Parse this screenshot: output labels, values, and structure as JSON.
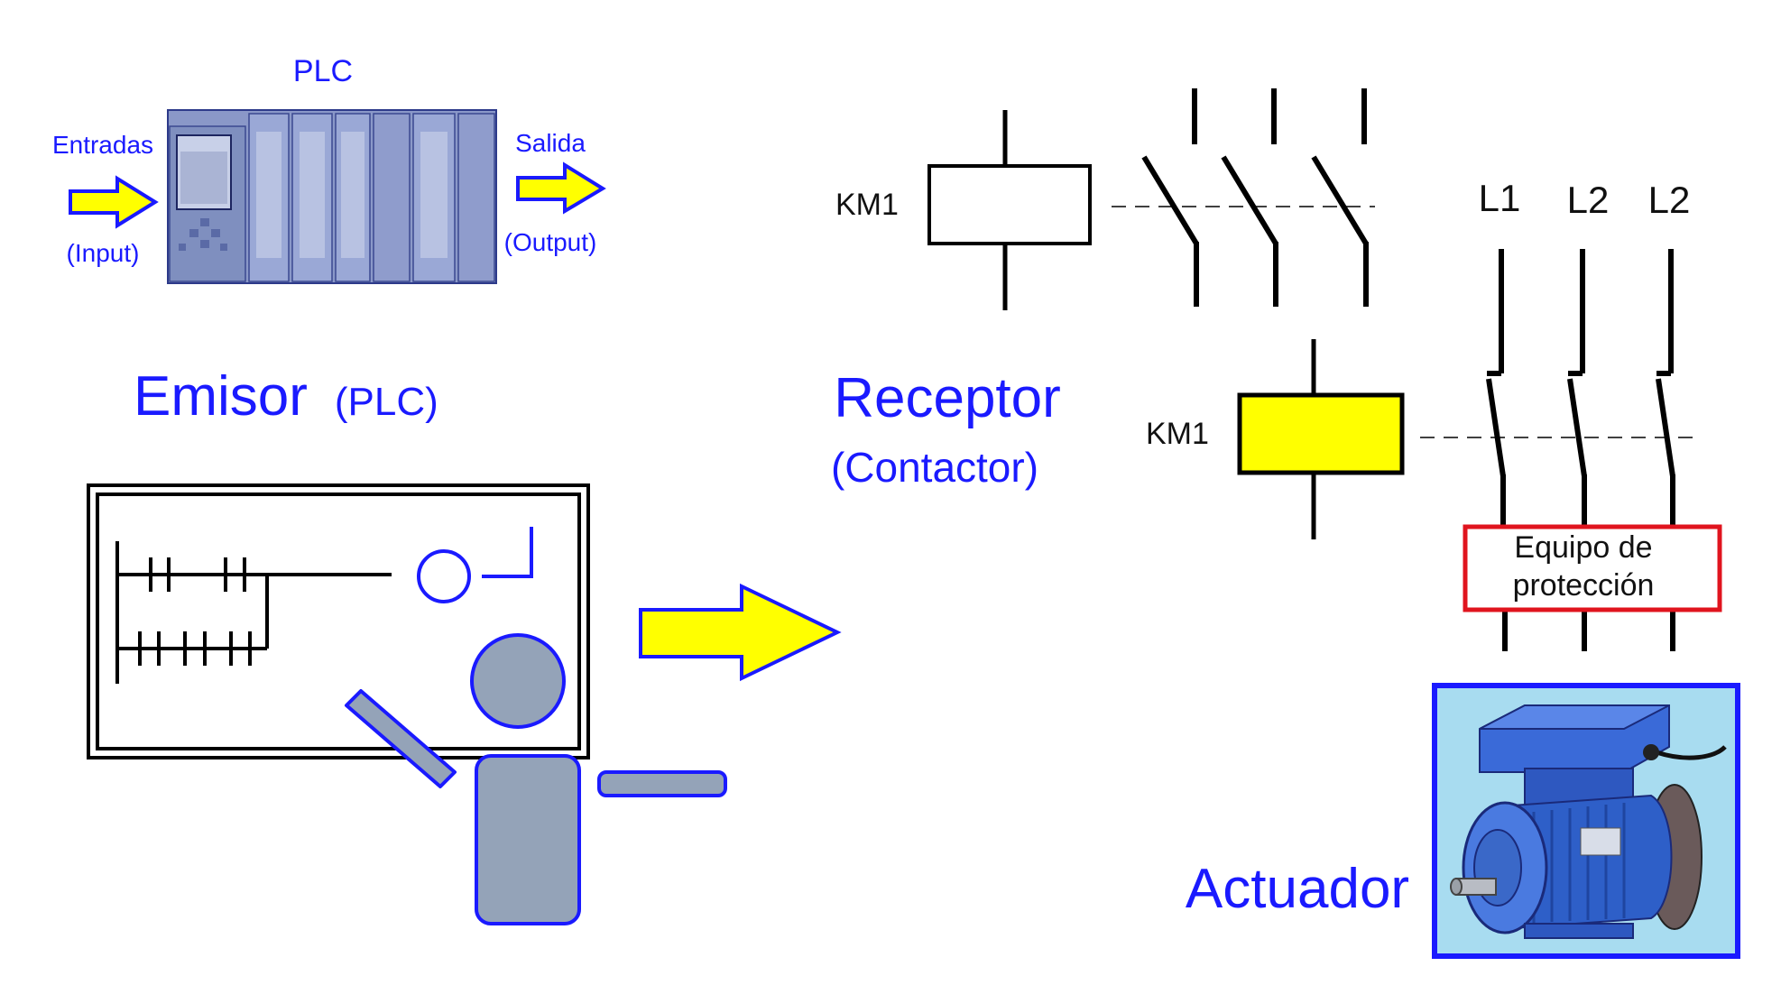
{
  "plc": {
    "title": "PLC",
    "inputs_label": "Entradas",
    "inputs_sub": "(Input)",
    "outputs_label": "Salida",
    "outputs_sub": "(Output)"
  },
  "emitter": {
    "label": "Emisor",
    "sub": "(PLC)"
  },
  "receiver": {
    "label": "Receptor",
    "sub": "(Contactor)"
  },
  "contactor": {
    "coil_label_top": "KM1",
    "coil_label_bottom": "KM1"
  },
  "lines": [
    "L1",
    "L2",
    "L2"
  ],
  "protection": {
    "line1": "Equipo de",
    "line2": "protección",
    "border_color": "#e0141e"
  },
  "actuator": {
    "label": "Actuador"
  },
  "colors": {
    "text_blue": "#1a1aff",
    "arrow_yellow": "#ffff00",
    "person_gray": "#94a3b8",
    "motor_bg": "#a8dcf0"
  }
}
